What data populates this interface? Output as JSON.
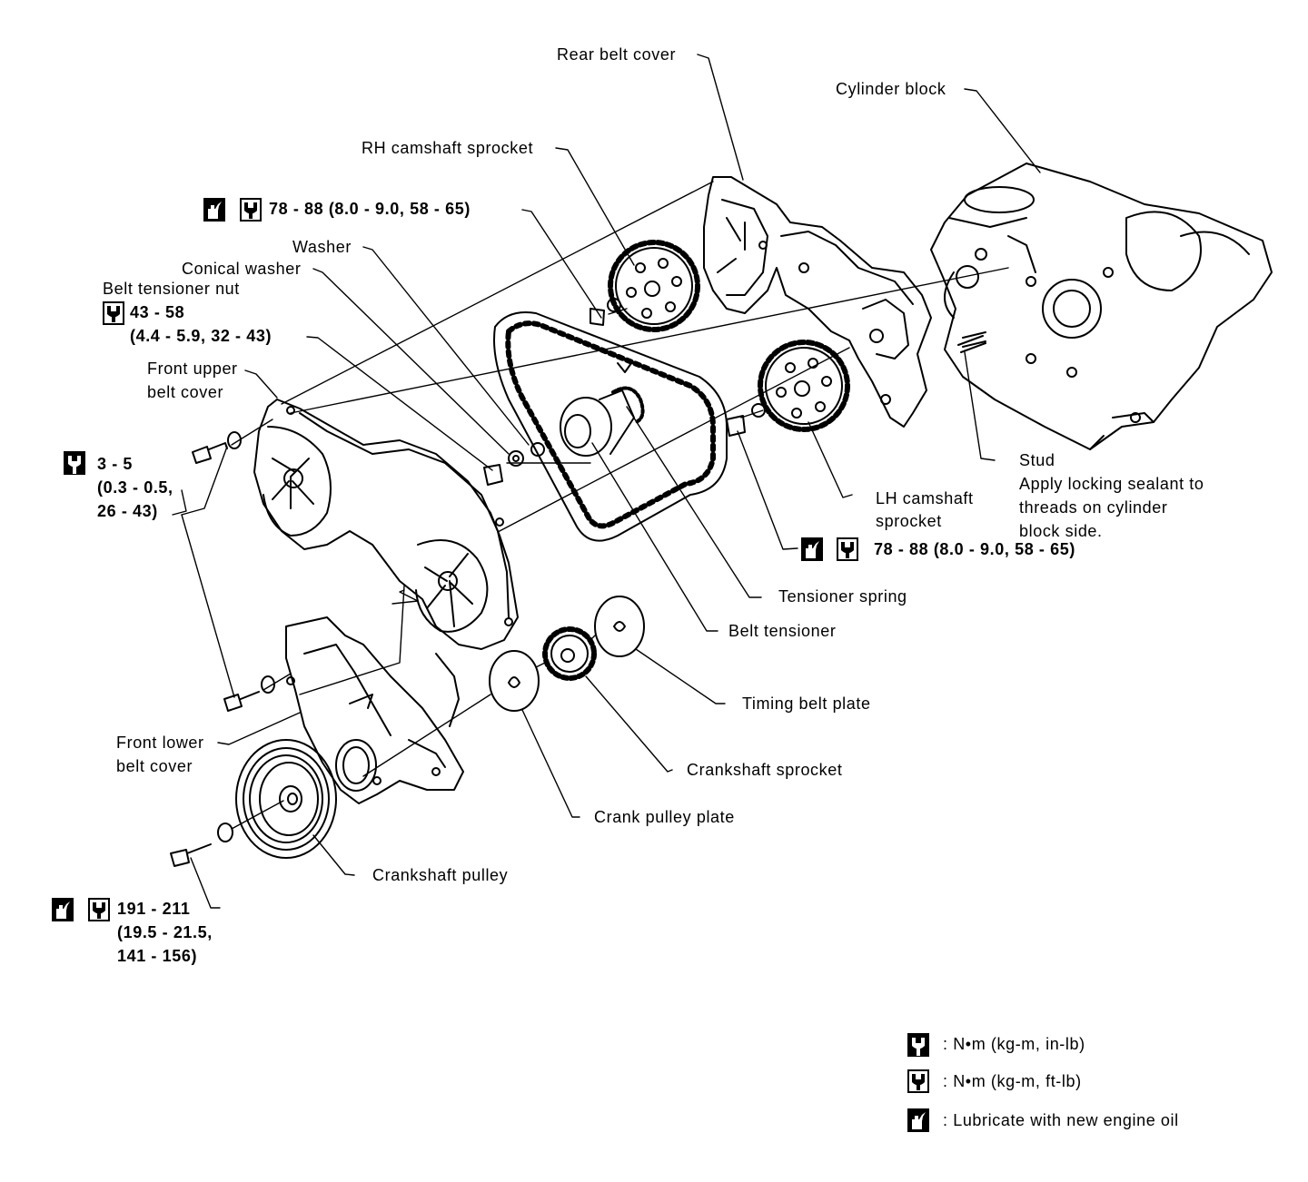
{
  "colors": {
    "ink": "#000000",
    "paper": "#ffffff"
  },
  "icons": {
    "oil": "oil-can-icon",
    "torque_in_lb": "torque-wrench-in-lb-icon",
    "torque_ft_lb": "torque-wrench-ft-lb-icon"
  },
  "labels": {
    "rear_belt_cover": "Rear belt cover",
    "cylinder_block": "Cylinder block",
    "rh_camshaft_sprocket": "RH camshaft sprocket",
    "rh_cam_bolt_torque": "78 - 88 (8.0 - 9.0, 58 - 65)",
    "washer": "Washer",
    "conical_washer": "Conical washer",
    "belt_tensioner_nut": "Belt tensioner nut",
    "tensioner_nut_torque_1": "43 - 58",
    "tensioner_nut_torque_2": "(4.4 - 5.9, 32 - 43)",
    "front_upper_belt_cover_1": "Front upper",
    "front_upper_belt_cover_2": "belt cover",
    "cover_bolt_torque_1": "3 - 5",
    "cover_bolt_torque_2": "(0.3 - 0.5,",
    "cover_bolt_torque_3": "26 - 43)",
    "stud": "Stud",
    "stud_note_1": "Apply locking sealant to",
    "stud_note_2": "threads on cylinder",
    "stud_note_3": "block side.",
    "lh_camshaft_sprocket_1": "LH camshaft",
    "lh_camshaft_sprocket_2": "sprocket",
    "lh_cam_bolt_torque": "78 - 88 (8.0 - 9.0, 58 - 65)",
    "tensioner_spring": "Tensioner spring",
    "belt_tensioner": "Belt tensioner",
    "timing_belt_plate": "Timing belt plate",
    "front_lower_belt_cover_1": "Front lower",
    "front_lower_belt_cover_2": "belt cover",
    "crankshaft_sprocket": "Crankshaft sprocket",
    "crank_pulley_plate": "Crank pulley plate",
    "crankshaft_pulley": "Crankshaft pulley",
    "pulley_bolt_torque_1": "191 - 211",
    "pulley_bolt_torque_2": "(19.5 - 21.5,",
    "pulley_bolt_torque_3": "141 - 156)"
  },
  "legend": [
    {
      "icon": "torque-wrench-in-lb-icon",
      "text": ": N•m (kg-m, in-lb)"
    },
    {
      "icon": "torque-wrench-ft-lb-icon",
      "text": ": N•m (kg-m, ft-lb)"
    },
    {
      "icon": "oil-can-icon",
      "text": ": Lubricate with new engine oil"
    }
  ]
}
